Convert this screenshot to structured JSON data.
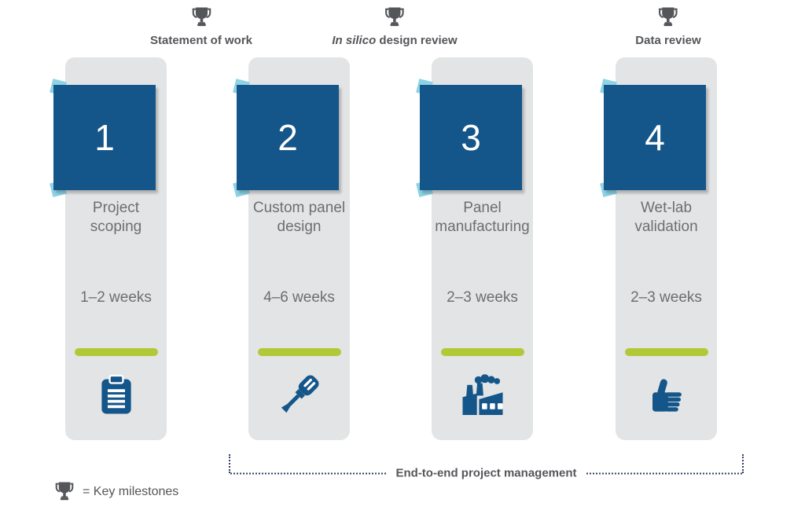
{
  "colors": {
    "brand_blue": "#15568a",
    "light_blue_accent": "#8ed2e5",
    "card_gray": "#e3e4e5",
    "green_divider": "#b2c836",
    "trophy_gray": "#54565a",
    "body_text_gray": "#6d6e71",
    "bracket_navy": "#2e3d63"
  },
  "milestones": [
    {
      "italic": "",
      "rest": "Statement of work",
      "icon": "trophy-icon"
    },
    {
      "italic": "In silico",
      "rest": " design review",
      "icon": "trophy-icon"
    },
    {
      "italic": "",
      "rest": "Data review",
      "icon": "trophy-icon"
    }
  ],
  "steps": [
    {
      "number": "1",
      "title": "Project scoping",
      "duration": "1–2 weeks",
      "icon": "clipboard-icon"
    },
    {
      "number": "2",
      "title": "Custom panel design",
      "duration": "4–6 weeks",
      "icon": "screwdriver-icon"
    },
    {
      "number": "3",
      "title": "Panel manufacturing",
      "duration": "2–3 weeks",
      "icon": "factory-icon"
    },
    {
      "number": "4",
      "title": "Wet-lab validation",
      "duration": "2–3 weeks",
      "icon": "thumbs-up-icon"
    }
  ],
  "bracket": {
    "label": "End-to-end project management"
  },
  "legend": {
    "label": "= Key milestones"
  }
}
